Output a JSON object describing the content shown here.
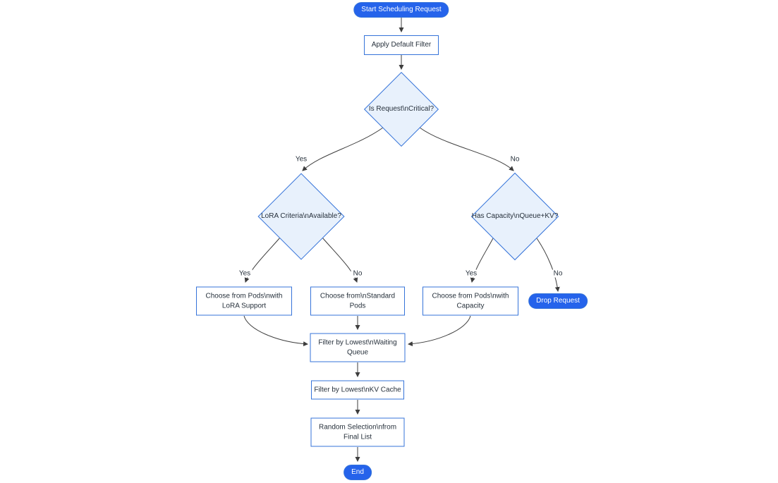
{
  "diagram": {
    "nodes": {
      "start": {
        "label": "Start Scheduling Request"
      },
      "apply_filter": {
        "label": "Apply Default Filter"
      },
      "is_critical": {
        "label": "Is Request\\nCritical?"
      },
      "lora_criteria": {
        "label": "LoRA Criteria\\nAvailable?"
      },
      "has_capacity": {
        "label": "Has Capacity\\nQueue+KV?"
      },
      "choose_lora_pods": {
        "label": "Choose from Pods\\nwith LoRA Support"
      },
      "choose_standard_pods": {
        "label": "Choose from\\nStandard Pods"
      },
      "choose_capacity_pods": {
        "label": "Choose from Pods\\nwith Capacity"
      },
      "drop_request": {
        "label": "Drop Request"
      },
      "filter_waiting_queue": {
        "label": "Filter by Lowest\\nWaiting Queue"
      },
      "filter_kv_cache": {
        "label": "Filter by Lowest\\nKV Cache"
      },
      "random_selection": {
        "label": "Random Selection\\nfrom Final List"
      },
      "end": {
        "label": "End"
      }
    },
    "edge_labels": {
      "critical_yes": "Yes",
      "critical_no": "No",
      "lora_yes": "Yes",
      "lora_no": "No",
      "capacity_yes": "Yes",
      "capacity_no": "No"
    },
    "colors": {
      "pill_bg": "#2563eb",
      "pill_text": "#ffffff",
      "node_border": "#3573d9",
      "node_bg": "#ffffff",
      "diamond_bg": "#e8f1fc",
      "edge": "#3d3d3d",
      "label_text": "#26303b",
      "bg": "#ffffff"
    }
  }
}
